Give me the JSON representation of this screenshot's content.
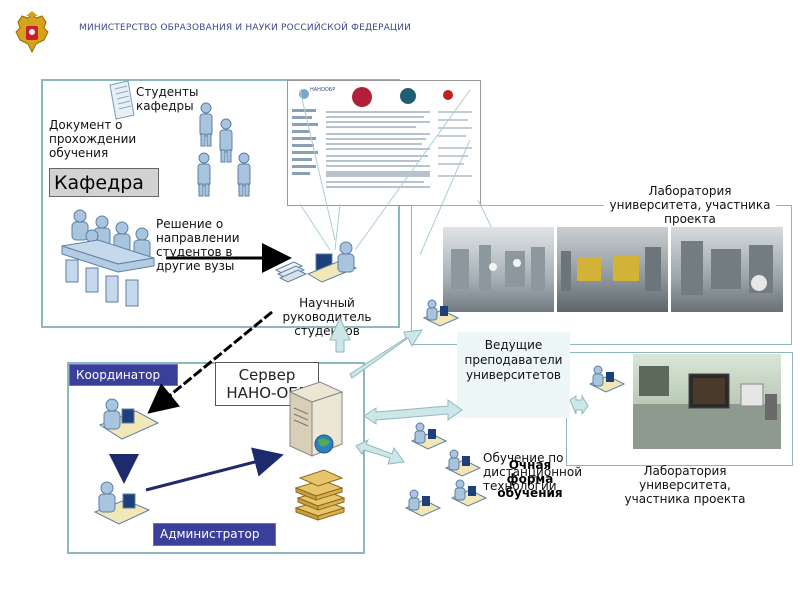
{
  "header": {
    "ministry_title": "МИНИСТЕРСТВО ОБРАЗОВАНИЯ И НАУКИ РОССИЙСКОЙ ФЕДЕРАЦИИ"
  },
  "department": {
    "students_department_label": "Студенты кафедры",
    "document_label": "Документ о прохождении обучения",
    "kafedra_label": "Кафедра",
    "decision_label": "Решение о направлении студентов в другие вузы",
    "supervisor_label": "Научный руководитель студентов"
  },
  "server": {
    "coordinator_label": "Координатор",
    "server_label": "Сервер НАНО-ОБР",
    "administrator_label": "Администратор"
  },
  "labs": {
    "lab_top_label": "Лаборатория университета, участника проекта",
    "lab_bottom_label": "Лаборатория университета, участника проекта",
    "teachers_label": "Ведущие преподаватели университетов",
    "distance_label": "Обучение по дистанционной технологии",
    "fulltime_label": "Очная форма обучения"
  },
  "website": {
    "logo_text": "НАНООБР"
  },
  "colors": {
    "frame": "#8fb8bd",
    "badge": "#3a3f9a",
    "arrow_dark": "#000000",
    "arrow_navy": "#1e2a6e",
    "arrow_light": "#cde6ea"
  }
}
